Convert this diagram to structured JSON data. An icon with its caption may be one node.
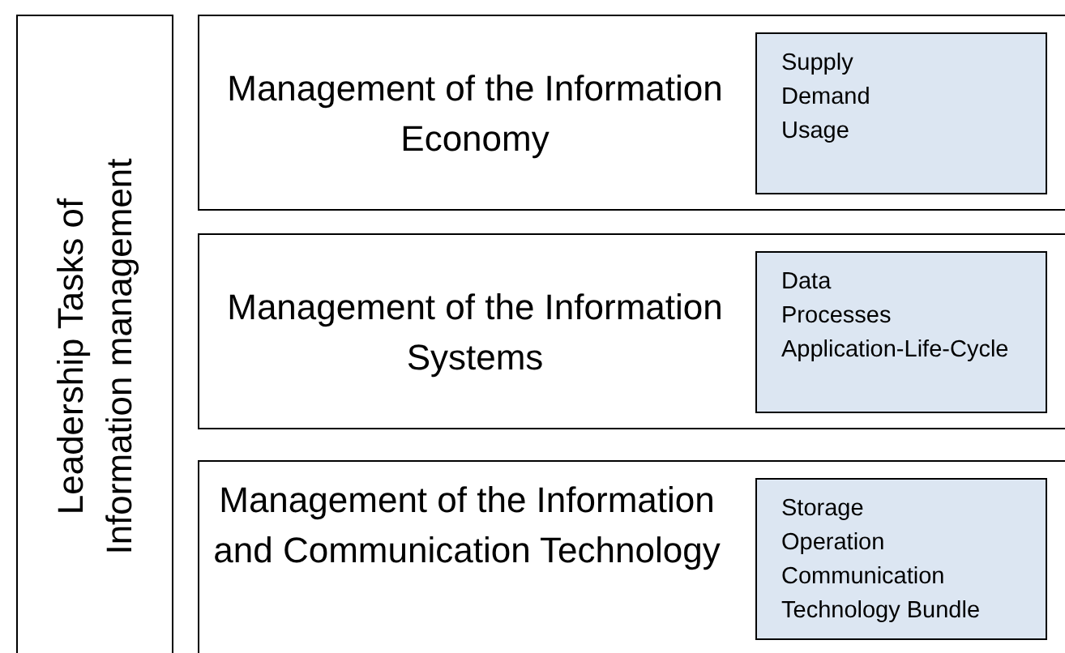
{
  "diagram": {
    "nodes": [
      {
        "text": [
          "Leadership Tasks of Information management"
        ]
      },
      {
        "text": [
          "Management of the Information Economy"
        ]
      },
      {
        "text": [
          "Supply",
          "Demand",
          "Usage"
        ],
        "in": 1
      },
      {
        "text": [
          "Management of the Information Systems"
        ]
      },
      {
        "text": [
          "Data",
          "Processes",
          "Application-Life-Cycle"
        ],
        "in": 3
      },
      {
        "text": [
          "Management of the Information and Communication Technology"
        ]
      },
      {
        "text": [
          "Storage",
          "Operation",
          "Communication",
          "Technology Bundle"
        ],
        "in": 5
      }
    ]
  }
}
